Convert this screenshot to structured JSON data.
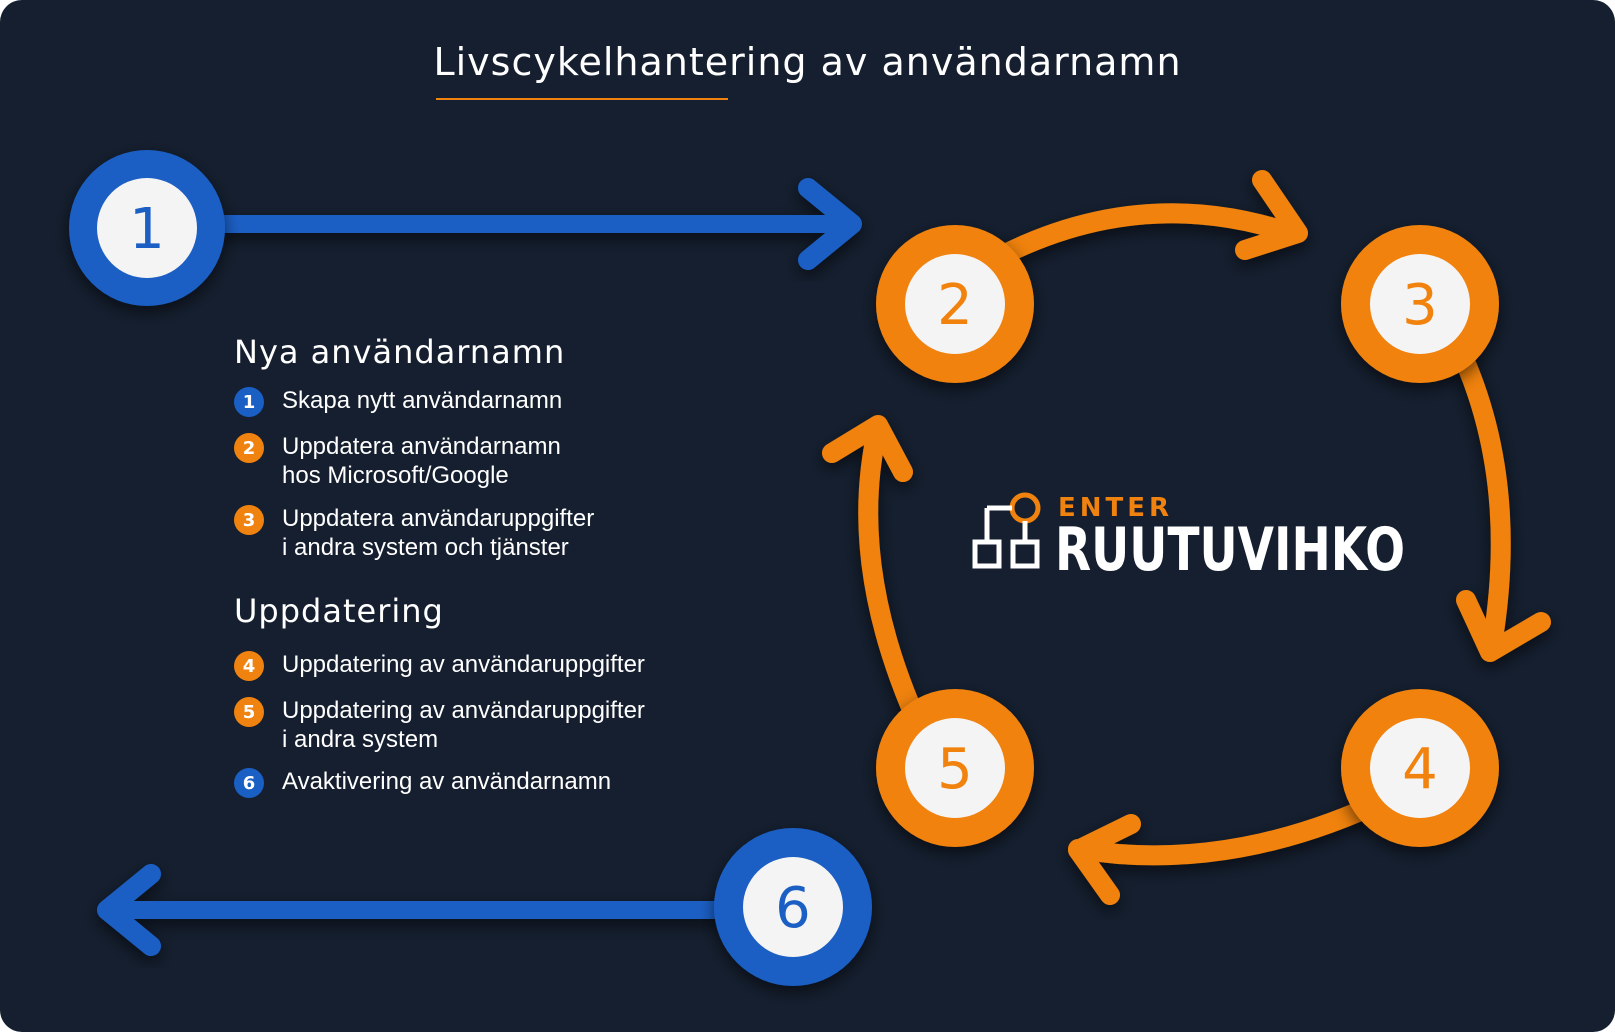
{
  "title": "Livscykelhantering av användarnamn",
  "sections": [
    {
      "heading": "Nya användarnamn",
      "items": [
        {
          "number": "1",
          "lines": [
            "Skapa nytt användarnamn"
          ]
        },
        {
          "number": "2",
          "lines": [
            "Uppdatera användarnamn",
            "hos Microsoft/Google"
          ]
        },
        {
          "number": "3",
          "lines": [
            "Uppdatera användaruppgifter",
            "i andra system och tjänster"
          ]
        }
      ]
    },
    {
      "heading": "Uppdatering",
      "items": [
        {
          "number": "4",
          "lines": [
            "Uppdatering av användaruppgifter"
          ]
        },
        {
          "number": "5",
          "lines": [
            "Uppdatering av användaruppgifter",
            "i andra system"
          ]
        },
        {
          "number": "6",
          "lines": [
            "Avaktivering av användarnamn"
          ]
        }
      ]
    }
  ],
  "steps": [
    {
      "number": "1",
      "color": "blue"
    },
    {
      "number": "2",
      "color": "orange"
    },
    {
      "number": "3",
      "color": "orange"
    },
    {
      "number": "4",
      "color": "orange"
    },
    {
      "number": "5",
      "color": "orange"
    },
    {
      "number": "6",
      "color": "blue"
    }
  ],
  "logo": {
    "top": "ENTER",
    "bottom": "RUUTUVIHKO"
  },
  "colors": {
    "background": "#151f2f",
    "blue": "#1a5fc4",
    "orange": "#f0820f",
    "circle_fill": "#f4f4f4"
  }
}
